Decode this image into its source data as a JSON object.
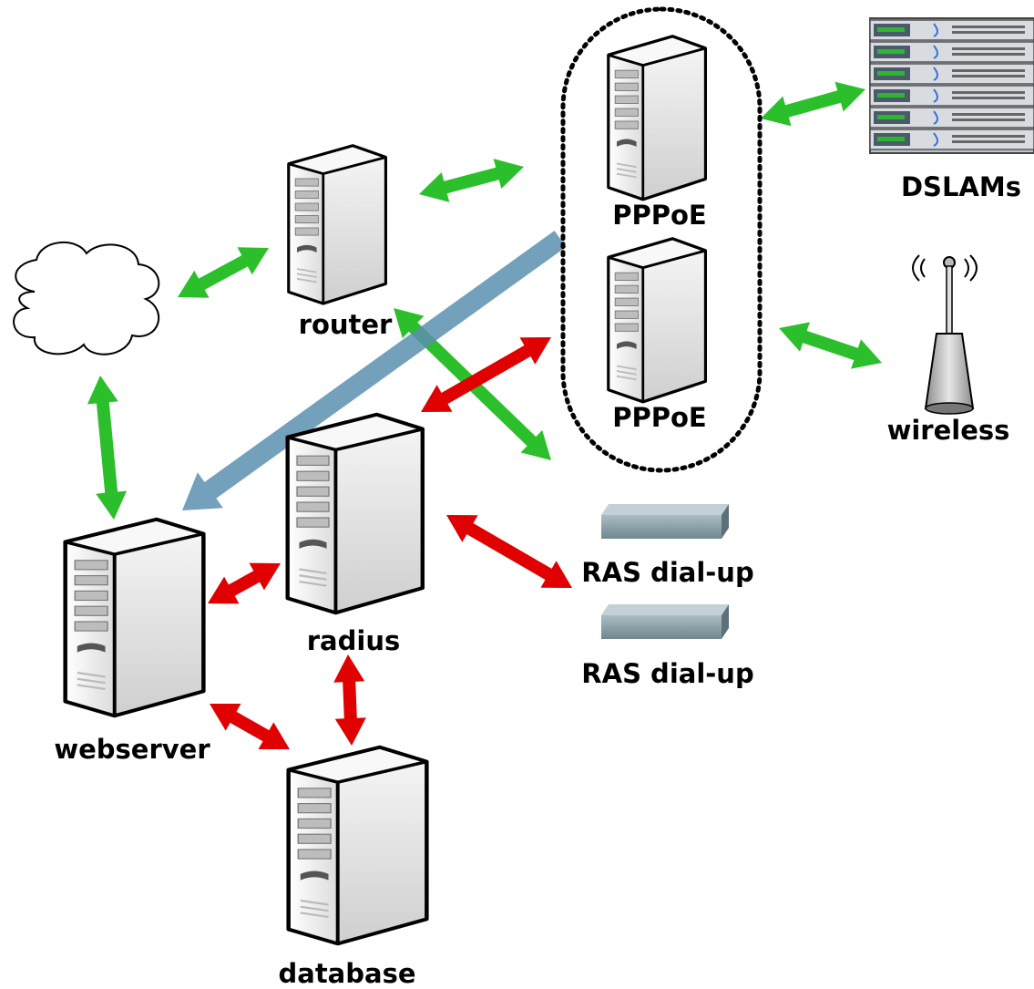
{
  "colors": {
    "green_arrow": "#2cbf2c",
    "red_arrow": "#e00000",
    "blue_arrow": "#5b8fae",
    "server_body": "#e4e4e4",
    "cloud_stroke": "#000000"
  },
  "nodes": {
    "router": {
      "label": "router",
      "icon": "server-icon"
    },
    "pppoe_1": {
      "label": "PPPoE",
      "icon": "server-icon"
    },
    "pppoe_2": {
      "label": "PPPoE",
      "icon": "server-icon"
    },
    "dslams": {
      "label": "DSLAMs",
      "icon": "rack-switch-icon"
    },
    "wireless": {
      "label": "wireless",
      "icon": "antenna-icon"
    },
    "radius": {
      "label": "radius",
      "icon": "server-icon"
    },
    "webserver": {
      "label": "webserver",
      "icon": "server-icon"
    },
    "database": {
      "label": "database",
      "icon": "server-icon"
    },
    "ras_1": {
      "label": "RAS dial-up",
      "icon": "modem-box-icon"
    },
    "ras_2": {
      "label": "RAS dial-up",
      "icon": "modem-box-icon"
    },
    "internet": {
      "label": "",
      "icon": "cloud-icon"
    }
  },
  "connections": [
    {
      "from": "internet",
      "to": "router",
      "kind": "green"
    },
    {
      "from": "internet",
      "to": "webserver",
      "kind": "green"
    },
    {
      "from": "router",
      "to": "pppoe_group",
      "kind": "green"
    },
    {
      "from": "router",
      "to": "pppoe_group",
      "kind": "green"
    },
    {
      "from": "pppoe_group",
      "to": "dslams",
      "kind": "green"
    },
    {
      "from": "pppoe_group",
      "to": "wireless",
      "kind": "green"
    },
    {
      "from": "radius",
      "to": "pppoe_group",
      "kind": "red"
    },
    {
      "from": "radius",
      "to": "webserver",
      "kind": "red"
    },
    {
      "from": "radius",
      "to": "ras_1",
      "kind": "red"
    },
    {
      "from": "radius",
      "to": "database",
      "kind": "red"
    },
    {
      "from": "webserver",
      "to": "database",
      "kind": "red"
    },
    {
      "from": "pppoe_group",
      "to": "webserver",
      "kind": "blue"
    }
  ]
}
